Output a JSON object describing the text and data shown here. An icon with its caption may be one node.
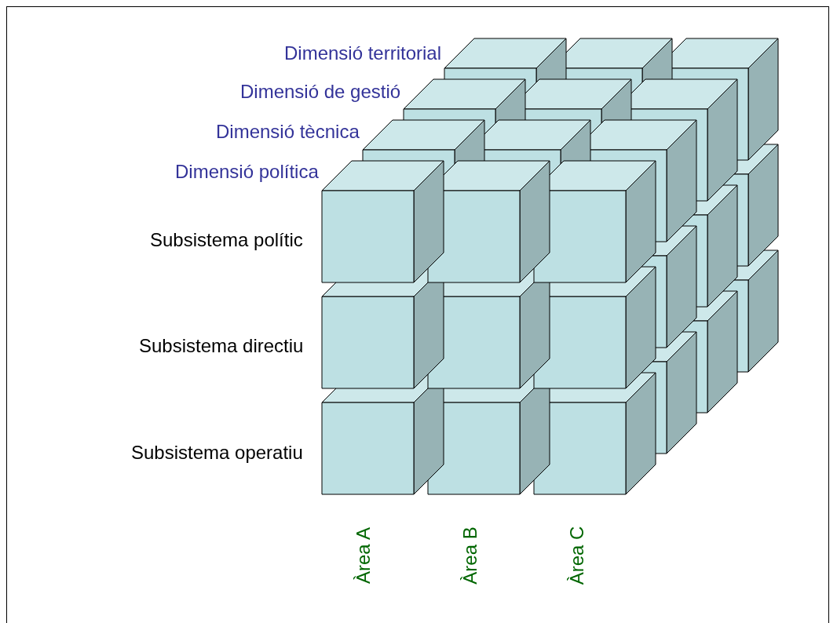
{
  "diagram": {
    "labels": [
      "Dimensió territorial",
      "Dimensió de gestió",
      "Dimensió tècnica",
      "Dimensió política",
      "Subsistema polític",
      "Subsistema directiu",
      "Subsistema operatiu",
      "Àrea A",
      "Àrea B",
      "Àrea C"
    ]
  }
}
